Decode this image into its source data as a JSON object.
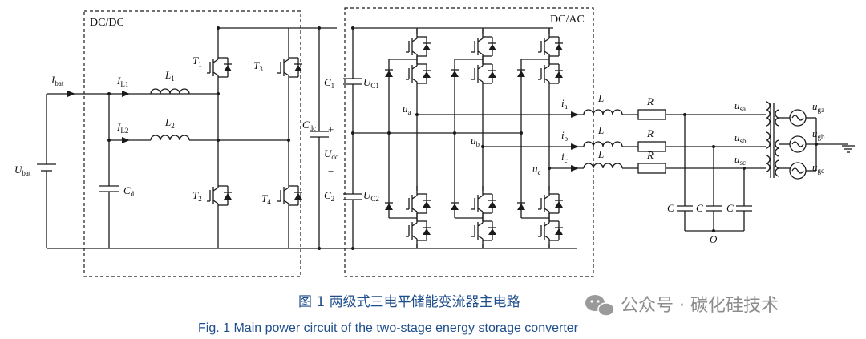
{
  "boxes": {
    "dcdc": "DC/DC",
    "dcac": "DC/AC"
  },
  "labels": {
    "I_bat": "I",
    "I_bat_sub": "bat",
    "U_bat": "U",
    "U_bat_sub": "bat",
    "I_L1": "I",
    "I_L1_sub": "L1",
    "I_L2": "I",
    "I_L2_sub": "L2",
    "L1": "L",
    "L1_sub": "1",
    "L2": "L",
    "L2_sub": "2",
    "C_d": "C",
    "C_d_sub": "d",
    "T1": "T",
    "T1_sub": "1",
    "T2": "T",
    "T2_sub": "2",
    "T3": "T",
    "T3_sub": "3",
    "T4": "T",
    "T4_sub": "4",
    "C_dc": "C",
    "C_dc_sub": "dc",
    "U_dc": "U",
    "U_dc_sub": "dc",
    "plus": "+",
    "minus": "−",
    "C1": "C",
    "C1_sub": "1",
    "C2": "C",
    "C2_sub": "2",
    "U_C1": "U",
    "U_C1_sub": "C1",
    "U_C2": "U",
    "U_C2_sub": "C2",
    "u_a": "u",
    "u_a_sub": "a",
    "u_b": "u",
    "u_b_sub": "b",
    "u_c": "u",
    "u_c_sub": "c",
    "i_a": "i",
    "i_a_sub": "a",
    "i_b": "i",
    "i_b_sub": "b",
    "i_c": "i",
    "i_c_sub": "c",
    "L": "L",
    "R": "R",
    "C": "C",
    "O": "O",
    "u_sa": "u",
    "u_sa_sub": "sa",
    "u_sb": "u",
    "u_sb_sub": "sb",
    "u_sc": "u",
    "u_sc_sub": "sc",
    "u_ga": "u",
    "u_ga_sub": "ga",
    "u_gb": "u",
    "u_gb_sub": "gb",
    "u_gc": "u",
    "u_gc_sub": "gc"
  },
  "caption": {
    "cn": "图 1   两级式三电平储能变流器主电路",
    "en": "Fig. 1   Main power circuit of the two-stage energy storage converter"
  },
  "watermark": "公众号 · 碳化硅技术"
}
